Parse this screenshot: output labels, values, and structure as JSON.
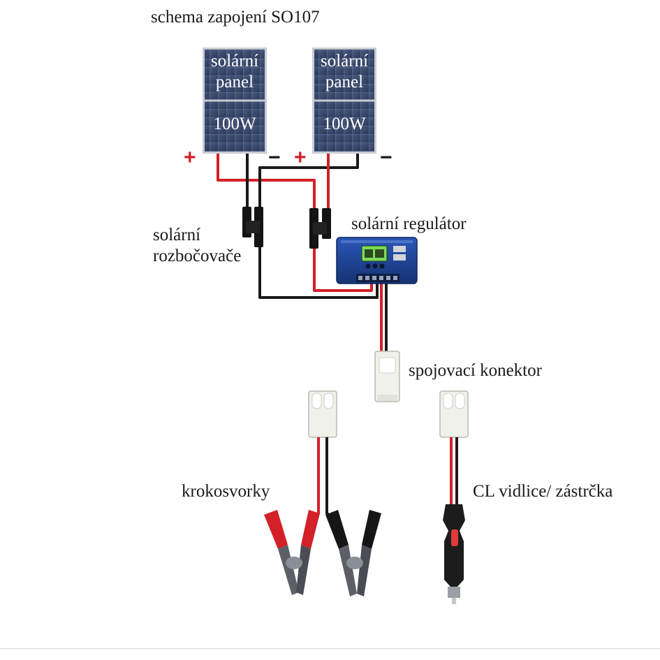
{
  "title": "schema zapojení SO107",
  "panels": [
    {
      "line1": "solární",
      "line2": "panel",
      "power": "100W",
      "plus": "+",
      "minus": "−"
    },
    {
      "line1": "solární",
      "line2": "panel",
      "power": "100W",
      "plus": "+",
      "minus": "−"
    }
  ],
  "labels": {
    "splitters_line1": "solární",
    "splitters_line2": "rozbočovače",
    "regulator": "solární regulátor",
    "connector": "spojovací konektor",
    "clamps": "krokosvorky",
    "cl_plug": "CL vidlice/ zástrčka"
  },
  "colors": {
    "positive_wire": "#d42028",
    "negative_wire": "#1a1a1a",
    "panel": "#3a4a6e",
    "regulator": "#1d3f8f",
    "lcd": "#7ed957"
  }
}
